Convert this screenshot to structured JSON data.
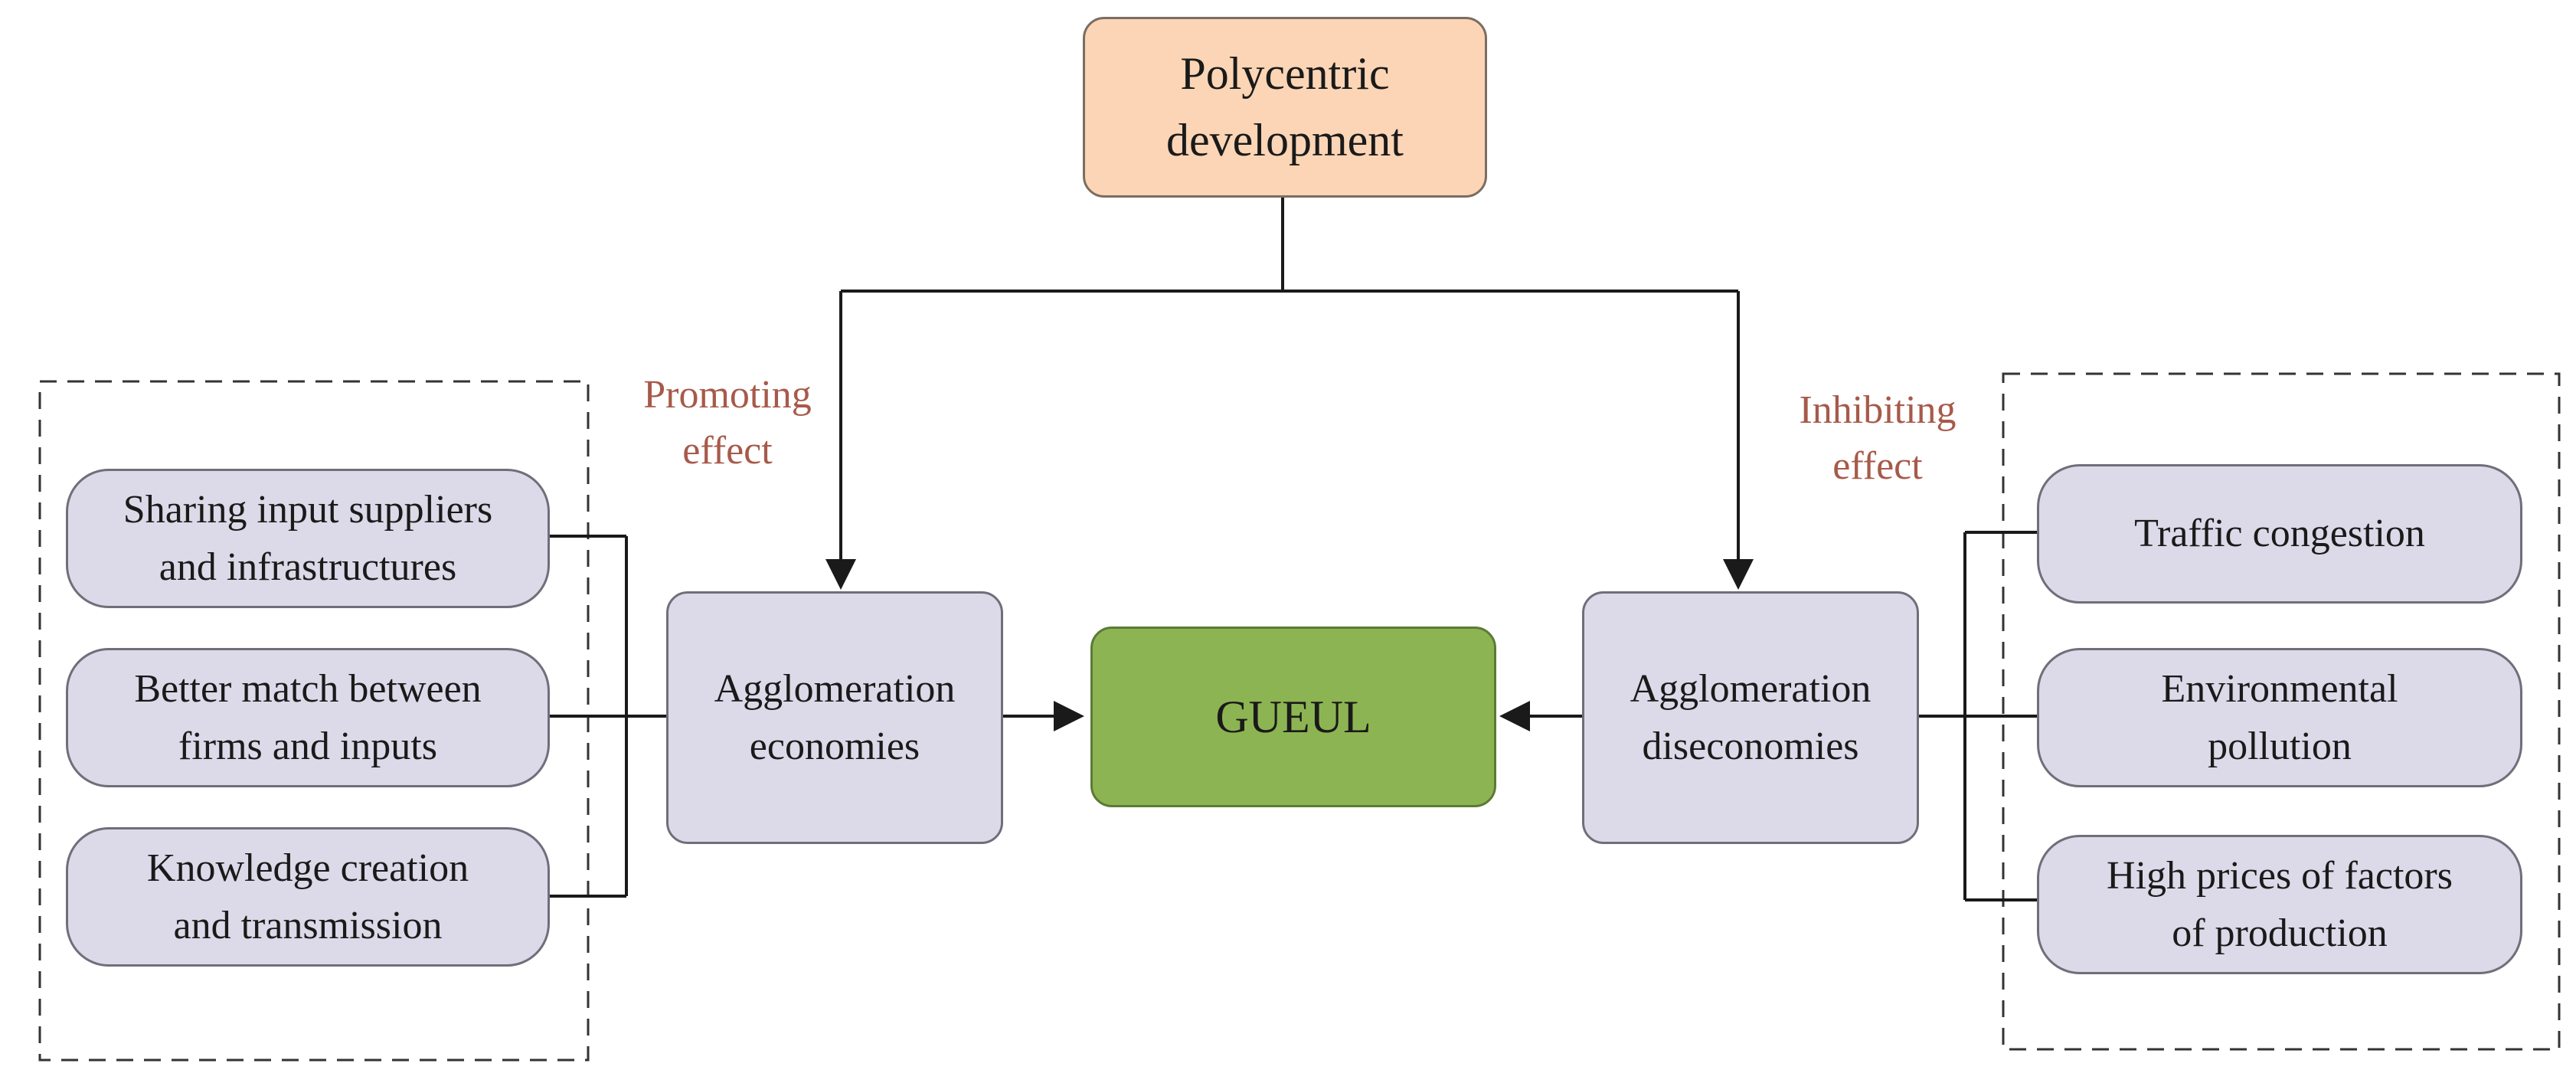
{
  "top_node": {
    "label": "Polycentric\ndevelopment"
  },
  "center_node": {
    "label": "GUEUL"
  },
  "mechanisms": {
    "left": "Agglomeration\neconomies",
    "right": "Agglomeration\ndiseconomies"
  },
  "effects": {
    "promoting": "Promoting\neffect",
    "inhibiting": "Inhibiting\neffect"
  },
  "left_factors": [
    "Sharing input suppliers\nand infrastructures",
    "Better match between\nfirms and inputs",
    "Knowledge creation\nand transmission"
  ],
  "right_factors": [
    "Traffic congestion",
    "Environmental\npollution",
    "High prices of factors\nof production"
  ],
  "colors": {
    "top_fill": "#fbd5b5",
    "center_fill": "#8db452",
    "box_fill": "#dcd9e8",
    "effect_text": "#a75a4a",
    "line": "#1a1a1a"
  }
}
